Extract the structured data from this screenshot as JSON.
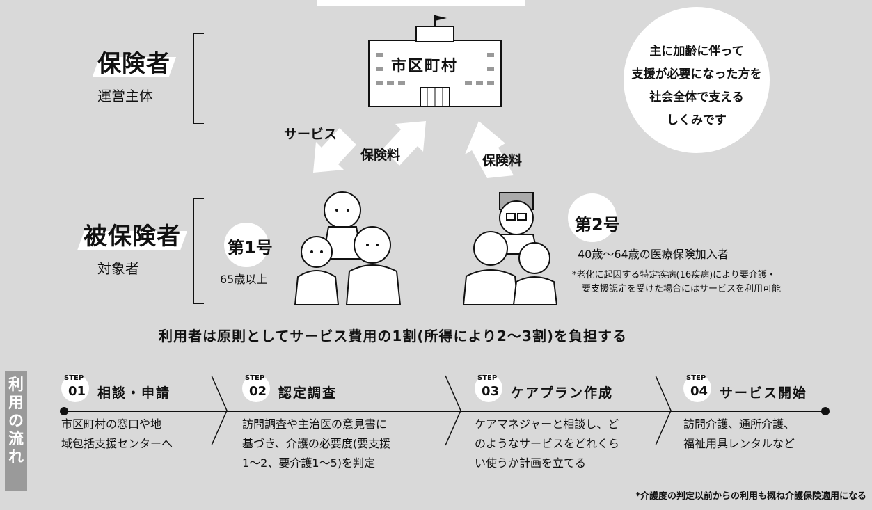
{
  "insurer": {
    "title": "保険者",
    "subtitle": "運営主体"
  },
  "insured": {
    "title": "被保険者",
    "subtitle": "対象者"
  },
  "municipality": {
    "label": "市区町村"
  },
  "bubble_text": [
    "主に加齢に伴って",
    "支援が必要になった方を",
    "社会全体で支える",
    "しくみです"
  ],
  "arrows": {
    "service": "サービス",
    "premium1": "保険料",
    "premium2": "保険料"
  },
  "group1": {
    "title": "第1号",
    "age": "65歳以上"
  },
  "group2": {
    "title": "第2号",
    "age": "40歳〜64歳の医療保険加入者",
    "note": [
      "*老化に起因する特定疾病(16疾病)により要介護・",
      "要支援認定を受けた場合にはサービスを利用可能"
    ]
  },
  "cost_rule": "利用者は原則としてサービス費用の1割(所得により2〜3割)を負担する",
  "flow_label": [
    "利",
    "用",
    "の",
    "流",
    "れ"
  ],
  "steps": [
    {
      "word": "STEP",
      "num": "01",
      "title": "相談・申請",
      "desc": [
        "市区町村の窓口や地",
        "域包括支援センターへ"
      ]
    },
    {
      "word": "STEP",
      "num": "02",
      "title": "認定調査",
      "desc": [
        "訪問調査や主治医の意見書に",
        "基づき、介護の必要度(要支援",
        "1〜2、要介護1〜5)を判定"
      ]
    },
    {
      "word": "STEP",
      "num": "03",
      "title": "ケアプラン作成",
      "desc": [
        "ケアマネジャーと相談し、ど",
        "のようなサービスをどれくら",
        "い使うか計画を立てる"
      ]
    },
    {
      "word": "STEP",
      "num": "04",
      "title": "サービス開始",
      "desc": [
        "訪問介護、通所介護、",
        "福祉用具レンタルなど"
      ]
    }
  ],
  "footnote": "*介護度の判定以前からの利用も概ね介護保険適用になる",
  "colors": {
    "background": "#d9d9d9",
    "white": "#ffffff",
    "ink": "#111111",
    "flow_label_bg": "#9a9a9a"
  }
}
